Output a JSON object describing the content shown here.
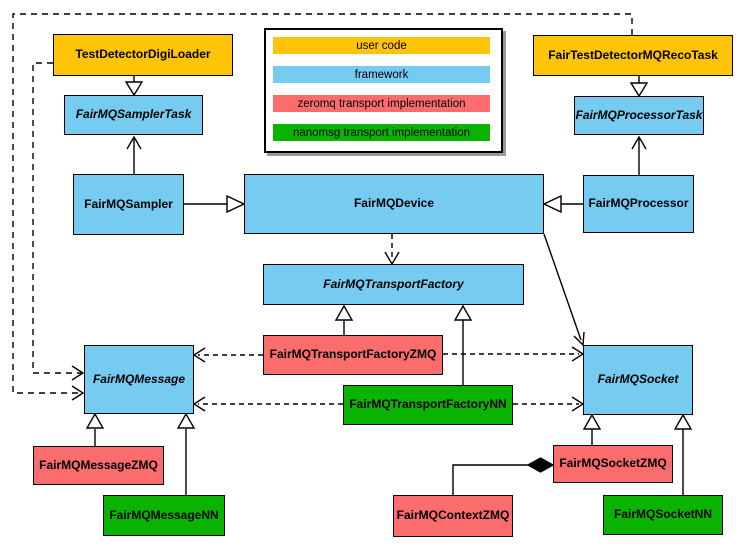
{
  "diagram_type": "uml-class-diagram",
  "colors": {
    "user_code": "#FFC407",
    "framework": "#76CBF1",
    "zeromq": "#FB6D6D",
    "nanomsg": "#0BB301",
    "line": "#000000",
    "background": "#FFFFFF",
    "legend_shadow": "#999999"
  },
  "legend": {
    "items": [
      {
        "label": "user code",
        "color": "#FFC407"
      },
      {
        "label": "framework",
        "color": "#76CBF1"
      },
      {
        "label": "zeromq transport implementation",
        "color": "#FB6D6D"
      },
      {
        "label": "nanomsg transport implementation",
        "color": "#0BB301"
      }
    ]
  },
  "nodes": {
    "test_detector_digi_loader": {
      "label": "TestDetectorDigiLoader",
      "category": "user code",
      "abstract": false
    },
    "fair_test_detector_mq_reco_task": {
      "label": "FairTestDetectorMQRecoTask",
      "category": "user code",
      "abstract": false
    },
    "fairmq_sampler_task": {
      "label": "FairMQSamplerTask",
      "category": "framework",
      "abstract": true
    },
    "fairmq_processor_task": {
      "label": "FairMQProcessorTask",
      "category": "framework",
      "abstract": true
    },
    "fairmq_sampler": {
      "label": "FairMQSampler",
      "category": "framework",
      "abstract": false
    },
    "fairmq_device": {
      "label": "FairMQDevice",
      "category": "framework",
      "abstract": false
    },
    "fairmq_processor": {
      "label": "FairMQProcessor",
      "category": "framework",
      "abstract": false
    },
    "fairmq_transport_factory": {
      "label": "FairMQTransportFactory",
      "category": "framework",
      "abstract": true
    },
    "fairmq_transport_factory_zmq": {
      "label": "FairMQTransportFactoryZMQ",
      "category": "zeromq",
      "abstract": false
    },
    "fairmq_transport_factory_nn": {
      "label": "FairMQTransportFactoryNN",
      "category": "nanomsg",
      "abstract": false
    },
    "fairmq_message": {
      "label": "FairMQMessage",
      "category": "framework",
      "abstract": true
    },
    "fairmq_socket": {
      "label": "FairMQSocket",
      "category": "framework",
      "abstract": true
    },
    "fairmq_message_zmq": {
      "label": "FairMQMessageZMQ",
      "category": "zeromq",
      "abstract": false
    },
    "fairmq_message_nn": {
      "label": "FairMQMessageNN",
      "category": "nanomsg",
      "abstract": false
    },
    "fairmq_socket_zmq": {
      "label": "FairMQSocketZMQ",
      "category": "zeromq",
      "abstract": false
    },
    "fairmq_socket_nn": {
      "label": "FairMQSocketNN",
      "category": "nanomsg",
      "abstract": false
    },
    "fairmq_context_zmq": {
      "label": "FairMQContextZMQ",
      "category": "zeromq",
      "abstract": false
    }
  },
  "edges": [
    {
      "from": "TestDetectorDigiLoader",
      "to": "FairMQSamplerTask",
      "line": "solid",
      "head": "hollow-triangle"
    },
    {
      "from": "FairTestDetectorMQRecoTask",
      "to": "FairMQProcessorTask",
      "line": "solid",
      "head": "hollow-triangle"
    },
    {
      "from": "FairMQSampler",
      "to": "FairMQSamplerTask",
      "line": "solid",
      "head": "open-arrow"
    },
    {
      "from": "FairMQProcessor",
      "to": "FairMQProcessorTask",
      "line": "solid",
      "head": "open-arrow"
    },
    {
      "from": "FairMQSampler",
      "to": "FairMQDevice",
      "line": "solid",
      "head": "hollow-triangle"
    },
    {
      "from": "FairMQProcessor",
      "to": "FairMQDevice",
      "line": "solid",
      "head": "hollow-triangle"
    },
    {
      "from": "FairMQDevice",
      "to": "FairMQTransportFactory",
      "line": "dashed",
      "head": "open-arrow"
    },
    {
      "from": "FairMQDevice",
      "to": "FairMQSocket",
      "line": "solid",
      "head": "open-arrow"
    },
    {
      "from": "FairMQTransportFactoryZMQ",
      "to": "FairMQTransportFactory",
      "line": "solid",
      "head": "hollow-triangle"
    },
    {
      "from": "FairMQTransportFactoryNN",
      "to": "FairMQTransportFactory",
      "line": "solid",
      "head": "hollow-triangle"
    },
    {
      "from": "FairMQTransportFactoryZMQ",
      "to": "FairMQMessage",
      "line": "dashed",
      "head": "open-arrow"
    },
    {
      "from": "FairMQTransportFactoryZMQ",
      "to": "FairMQSocket",
      "line": "dashed",
      "head": "open-arrow"
    },
    {
      "from": "FairMQTransportFactoryNN",
      "to": "FairMQMessage",
      "line": "dashed",
      "head": "open-arrow"
    },
    {
      "from": "FairMQTransportFactoryNN",
      "to": "FairMQSocket",
      "line": "dashed",
      "head": "open-arrow"
    },
    {
      "from": "FairMQMessageZMQ",
      "to": "FairMQMessage",
      "line": "solid",
      "head": "hollow-triangle"
    },
    {
      "from": "FairMQMessageNN",
      "to": "FairMQMessage",
      "line": "solid",
      "head": "hollow-triangle"
    },
    {
      "from": "FairMQSocketZMQ",
      "to": "FairMQSocket",
      "line": "solid",
      "head": "hollow-triangle"
    },
    {
      "from": "FairMQSocketNN",
      "to": "FairMQSocket",
      "line": "solid",
      "head": "hollow-triangle"
    },
    {
      "from": "FairMQContextZMQ",
      "to": "FairMQSocketZMQ",
      "line": "solid",
      "head": "filled-diamond"
    },
    {
      "from": "FairTestDetectorMQRecoTask",
      "to": "FairMQMessage",
      "line": "dashed",
      "head": "open-arrow"
    },
    {
      "from": "TestDetectorDigiLoader",
      "to": "FairMQMessage",
      "line": "dashed",
      "head": "open-arrow"
    }
  ]
}
